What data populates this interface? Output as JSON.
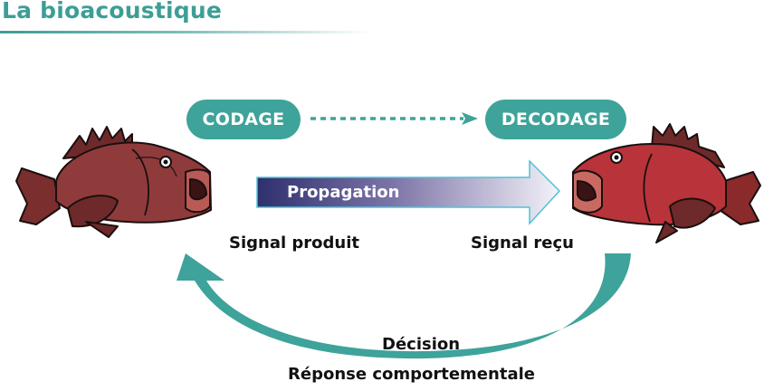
{
  "title": "La bioacoustique",
  "nodes": {
    "codage": "CODAGE",
    "decodage": "DECODAGE",
    "propagation": "Propagation",
    "signal_produit": "Signal produit",
    "signal_recu": "Signal reçu",
    "decision": "Décision",
    "reponse": "Réponse comportementale"
  },
  "colors": {
    "teal": "#3ea39a",
    "propagation_start": "#2e2f6e",
    "propagation_end": "#f2f0f8",
    "propagation_border": "#4cc3d8",
    "fish_emitter": "#8f3b3b",
    "fish_receiver": "#b8333a"
  },
  "icons": {
    "emitter": "fish-emitter-icon",
    "receiver": "fish-receiver-icon"
  }
}
